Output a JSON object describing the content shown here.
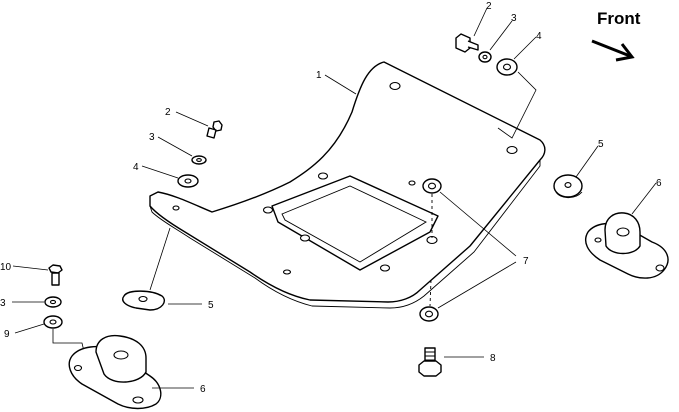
{
  "direction": {
    "label": "Front"
  },
  "callouts": {
    "plate": "1",
    "bolt_top": "2",
    "lockwasher_top": "3",
    "washer_top": "4",
    "bolt_left": "2",
    "lockwasher_left": "3",
    "washer_left": "4",
    "spacer_right": "5",
    "mount_right": "6",
    "grommet": "7",
    "bolt_lower": "10",
    "lockwasher_lower": "3",
    "washer_lower": "9",
    "spacer_lower": "5",
    "mount_lower": "6",
    "bolt_bottom": "8"
  }
}
